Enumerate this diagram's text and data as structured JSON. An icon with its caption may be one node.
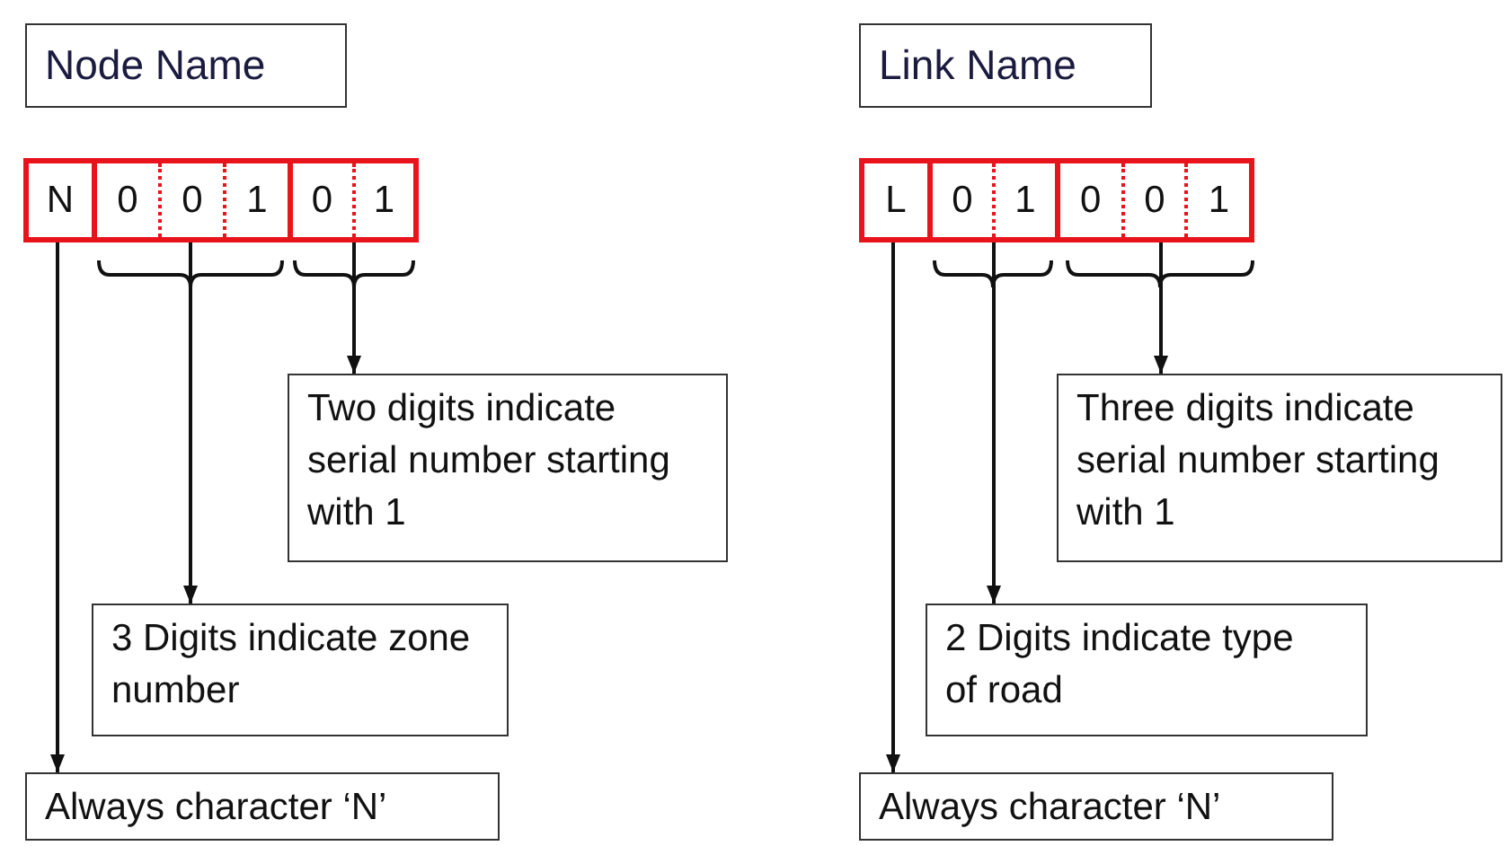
{
  "diagram": {
    "nodes": [
      {
        "text": [
          "Node Name"
        ]
      },
      {
        "text": [
          "N"
        ]
      },
      {
        "text": [
          "0",
          "0",
          "1"
        ]
      },
      {
        "text": [
          "0",
          "1"
        ]
      },
      {
        "text": [
          "Two digits indicate serial number starting with 1"
        ]
      },
      {
        "text": [
          "3 Digits indicate zone number"
        ]
      },
      {
        "text": [
          "Always character ‘N’"
        ]
      },
      {
        "text": [
          "Link Name"
        ]
      },
      {
        "text": [
          "L"
        ]
      },
      {
        "text": [
          "0",
          "1"
        ]
      },
      {
        "text": [
          "0",
          "0",
          "1"
        ]
      },
      {
        "text": [
          "Three digits indicate serial number starting with 1"
        ]
      },
      {
        "text": [
          "2 Digits indicate type of road"
        ]
      },
      {
        "text": [
          "Always character ‘N’"
        ]
      }
    ],
    "edges": [
      {
        "from": 1,
        "to": 6,
        "arrow": "to"
      },
      {
        "from": 2,
        "to": 5,
        "arrow": "to"
      },
      {
        "from": 3,
        "to": 4,
        "arrow": "to"
      },
      {
        "from": 8,
        "to": 13,
        "arrow": "to"
      },
      {
        "from": 9,
        "to": 12,
        "arrow": "to"
      },
      {
        "from": 10,
        "to": 11,
        "arrow": "to"
      }
    ]
  }
}
